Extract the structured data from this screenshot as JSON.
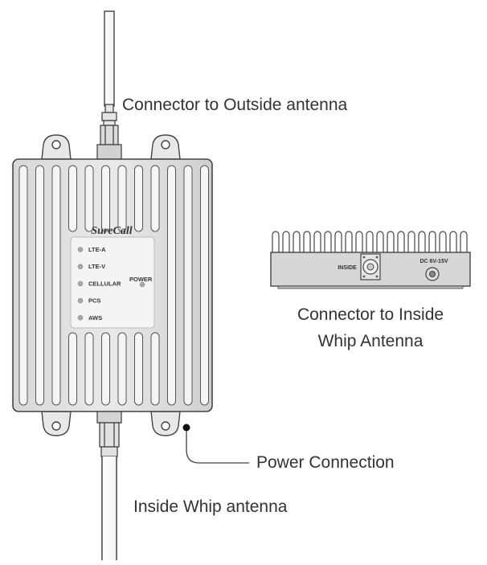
{
  "labels": {
    "outside_antenna": "Connector to Outside antenna",
    "inside_connector_line1": "Connector to Inside",
    "inside_connector_line2": "Whip Antenna",
    "power_connection": "Power Connection",
    "inside_whip": "Inside Whip antenna"
  },
  "device": {
    "brand": "SureCall",
    "leds": [
      "LTE-A",
      "LTE-V",
      "CELLULAR",
      "PCS",
      "AWS"
    ],
    "power_label": "POWER"
  },
  "side_view": {
    "port_label": "INSIDE",
    "port_top_label": "",
    "power_jack_label": "DC 6V-15V"
  }
}
